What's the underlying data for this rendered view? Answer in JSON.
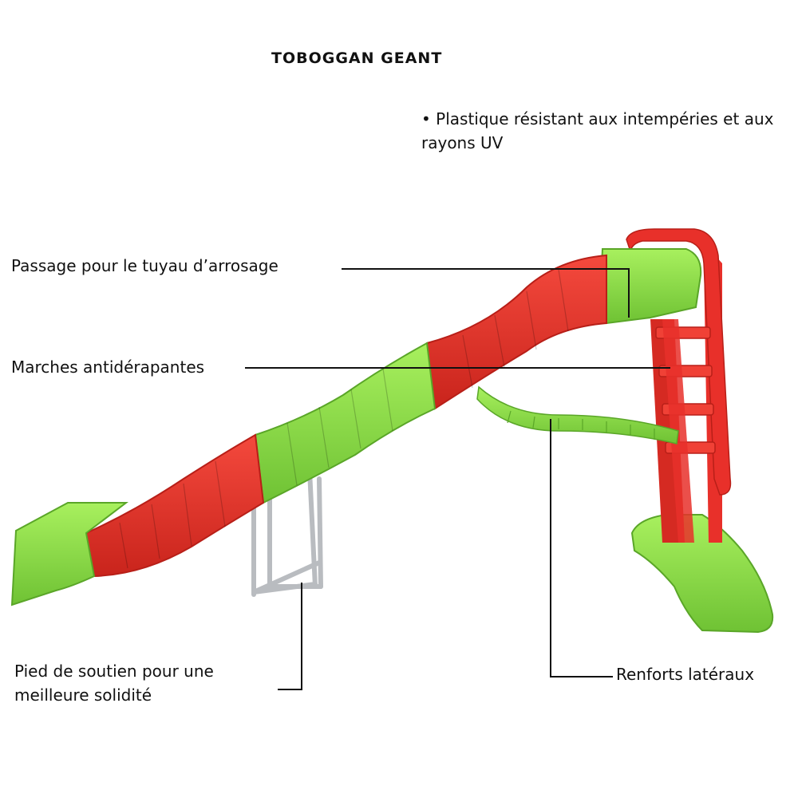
{
  "title": "TOBOGGAN GEANT",
  "note": "• Plastique résistant aux intempéries et aux rayons UV",
  "labels": {
    "passage": "Passage pour le tuyau d’arrosage",
    "marches": "Marches antidérapantes",
    "pied": "Pied de soutien pour une meilleure solidité",
    "renforts": "Renforts latéraux"
  },
  "colors": {
    "red": "#e8302a",
    "red_dark": "#b81f18",
    "green": "#8ee04a",
    "green_dark": "#5aa628",
    "metal": "#b9bcc0",
    "line": "#111111"
  },
  "illustration": "giant-slide"
}
